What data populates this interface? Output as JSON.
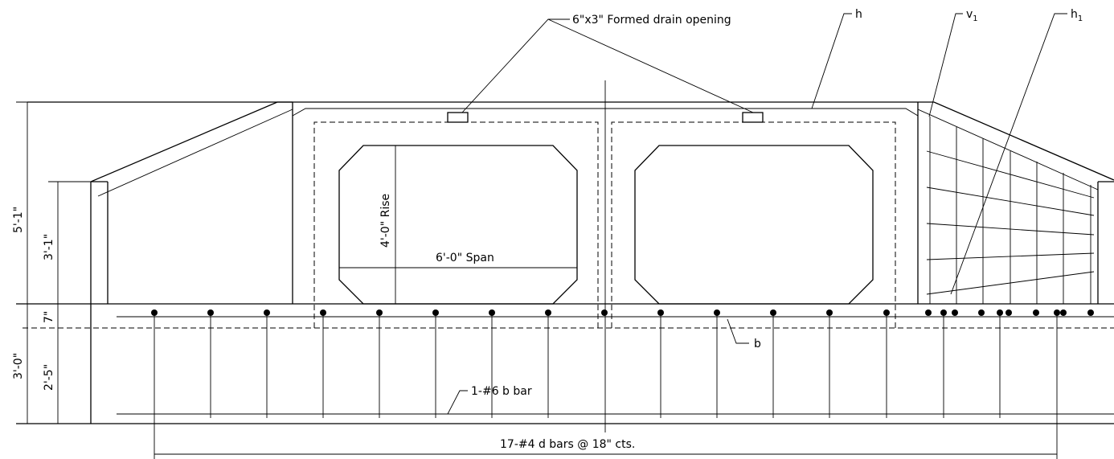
{
  "labels": {
    "drain": "6\"x3\" Formed drain opening",
    "h": "h",
    "v1_base": "v",
    "v1_sub": "1",
    "h1_base": "h",
    "h1_sub": "1",
    "rise": "4'-0\" Rise",
    "span": "6'-0\" Span",
    "b": "b",
    "b_bar": "1-#6 b bar",
    "d_bars": "17-#4 d bars @ 18\" cts.",
    "dim_total": "5'-1\"",
    "dim_wall": "3'-1\"",
    "dim_slab": "7\"",
    "dim_footing": "3'-0\"",
    "dim_lower": "2'-5\""
  }
}
